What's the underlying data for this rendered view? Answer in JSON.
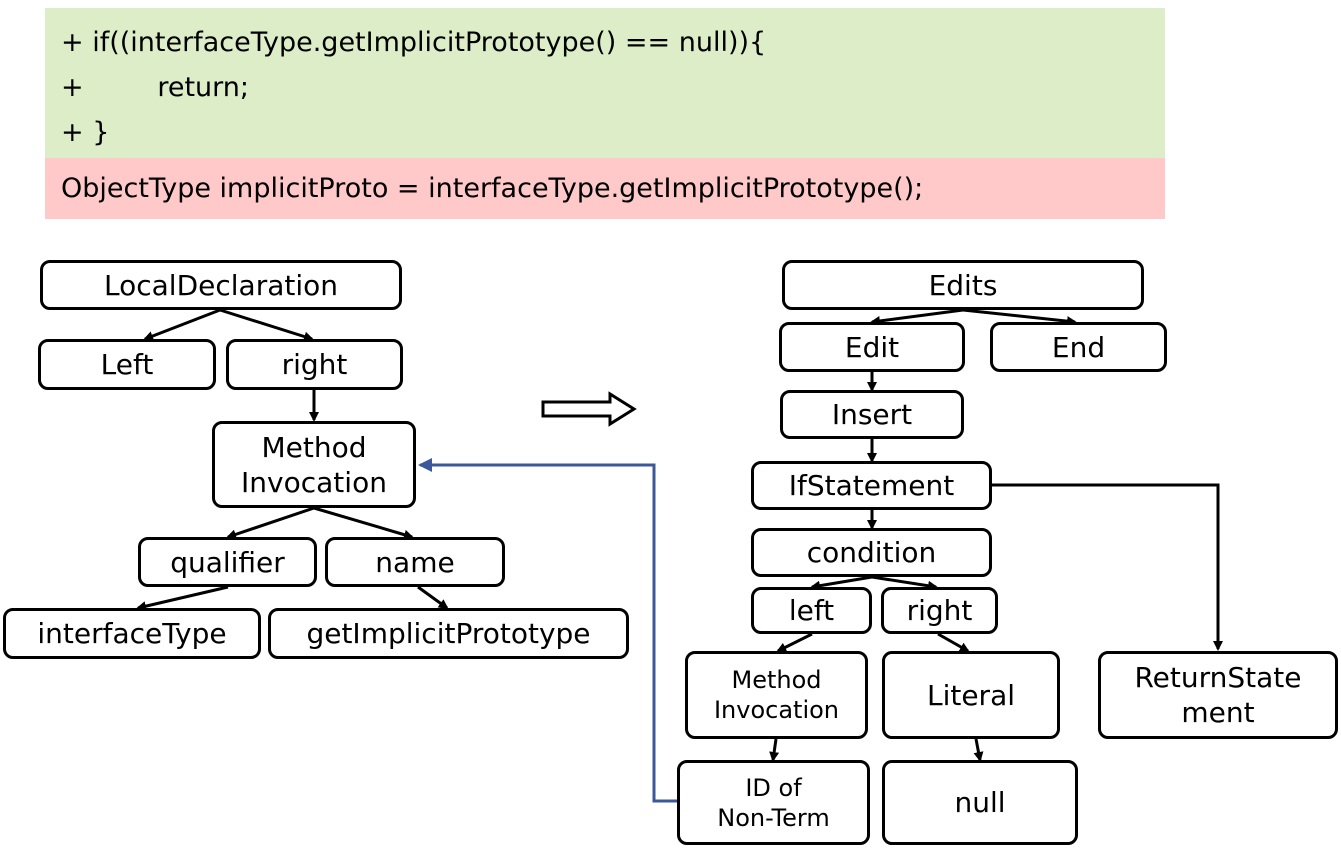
{
  "code": {
    "added_lines": [
      {
        "marker": "+",
        "text": "if((interfaceType.getImplicitPrototype() == null)){"
      },
      {
        "marker": "+",
        "text": "    return;"
      },
      {
        "marker": "+",
        "text": "}"
      }
    ],
    "context_line": "ObjectType implicitProto = interfaceType.getImplicitPrototype();"
  },
  "colors": {
    "added_background": "#dcedc8",
    "context_background": "#ffc9c9",
    "link_edge": "#3b5998"
  },
  "left_tree": {
    "local_declaration": "LocalDeclaration",
    "left": "Left",
    "right": "right",
    "method_invocation": [
      "Method",
      "Invocation"
    ],
    "qualifier": "qualifier",
    "name": "name",
    "interface_type": "interfaceType",
    "get_implicit_prototype": "getImplicitPrototype"
  },
  "transform_arrow_icon": "double-arrow-right-icon",
  "right_tree": {
    "edits": "Edits",
    "edit": "Edit",
    "end": "End",
    "insert": "Insert",
    "if_statement": "IfStatement",
    "condition": "condition",
    "left": "left",
    "right": "right",
    "method_invocation": [
      "Method",
      "Invocation"
    ],
    "literal": "Literal",
    "id_of_non_term": [
      "ID of",
      "Non-Term"
    ],
    "null": "null",
    "return_statement": [
      "ReturnState",
      "ment"
    ]
  }
}
